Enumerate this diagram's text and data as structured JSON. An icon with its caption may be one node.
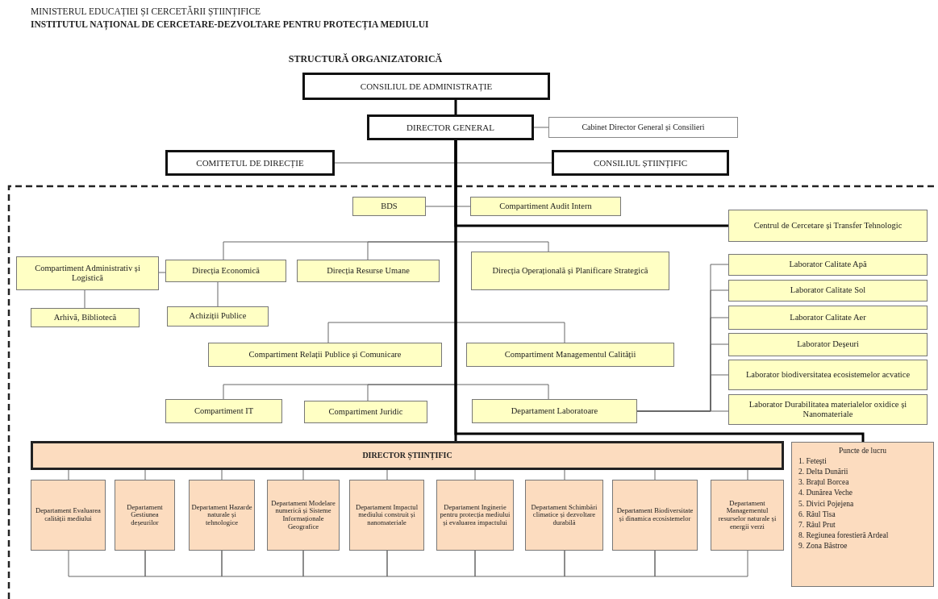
{
  "diagram": {
    "title": "STRUCTURĂ ORGANIZATORICĂ",
    "labels": [
      "MINISTERUL EDUCAȚIEI ȘI CERCETĂRII ȘTIINȚIFICE",
      "INSTITUTUL NAȚIONAL DE CERCETARE-DEZVOLTARE PENTRU PROTECȚIA MEDIULUI"
    ],
    "nodes": [
      {
        "text": [
          "CONSILIUL DE ADMINISTRAȚIE"
        ]
      },
      {
        "text": [
          "DIRECTOR GENERAL"
        ]
      },
      {
        "text": [
          "Cabinet Director General și Consilieri"
        ]
      },
      {
        "text": [
          "COMITETUL DE DIRECȚIE"
        ]
      },
      {
        "text": [
          "CONSILIUL ȘTIINȚIFIC"
        ]
      },
      {
        "text": [
          "BDS"
        ]
      },
      {
        "text": [
          "Compartiment Audit Intern"
        ]
      },
      {
        "text": [
          "Centrul de Cercetare și Transfer Tehnologic"
        ]
      },
      {
        "text": [
          "Compartiment Administrativ și Logistică"
        ]
      },
      {
        "text": [
          "Direcția Economică"
        ]
      },
      {
        "text": [
          "Direcția Resurse Umane"
        ]
      },
      {
        "text": [
          "Direcția Operațională și Planificare Strategică"
        ]
      },
      {
        "text": [
          "Arhivă, Bibliotecă"
        ]
      },
      {
        "text": [
          "Achiziții Publice"
        ]
      },
      {
        "text": [
          "Compartiment Relații Publice și Comunicare"
        ]
      },
      {
        "text": [
          "Compartiment Managementul Calității"
        ]
      },
      {
        "text": [
          "Compartiment IT"
        ]
      },
      {
        "text": [
          "Compartiment Juridic"
        ]
      },
      {
        "text": [
          "Departament Laboratoare"
        ]
      },
      {
        "text": [
          "Laborator Calitate Apă"
        ]
      },
      {
        "text": [
          "Laborator Calitate Sol"
        ]
      },
      {
        "text": [
          "Laborator Calitate Aer"
        ]
      },
      {
        "text": [
          "Laborator Deșeuri"
        ]
      },
      {
        "text": [
          "Laborator biodiversitatea ecosistemelor acvatice"
        ]
      },
      {
        "text": [
          "Laborator Durabilitatea materialelor oxidice și Nanomateriale"
        ]
      },
      {
        "text": [
          "DIRECTOR ȘTIINȚIFIC"
        ]
      },
      {
        "text": [
          "Puncte de lucru",
          "1. Fetești",
          "2. Delta Dunării",
          "3. Brațul Borcea",
          "4. Dunărea Veche",
          "5. Divici Pojejena",
          "6. Râul Tisa",
          "7. Râul Prut",
          "8. Regiunea forestieră Ardeal",
          "9. Zona Băstroe"
        ]
      },
      {
        "text": [
          "Departament Evaluarea calității mediului"
        ]
      },
      {
        "text": [
          "Departament Gestiunea deșeurilor"
        ]
      },
      {
        "text": [
          "Departament Hazarde naturale și tehnologice"
        ]
      },
      {
        "text": [
          "Departament Modelare numerică și Sisteme Informaționale Geografice"
        ]
      },
      {
        "text": [
          "Departament Impactul mediului construit și nanomateriale"
        ]
      },
      {
        "text": [
          "Departament Inginerie pentru protecția mediului și evaluarea impactului"
        ]
      },
      {
        "text": [
          "Departament Schimbări climatice și dezvoltare durabilă"
        ]
      },
      {
        "text": [
          "Departament Biodiversitate și dinamica ecosistemelor"
        ]
      },
      {
        "text": [
          "Departament Managementul resurselor naturale și energii verzi"
        ]
      }
    ],
    "edges": [
      {
        "from": 0,
        "to": 1,
        "arrow": "none",
        "style": "thick",
        "color": "#000000"
      },
      {
        "from": 1,
        "to": 2,
        "arrow": "none"
      },
      {
        "from": 1,
        "to": 3,
        "arrow": "none"
      },
      {
        "from": 1,
        "to": 4,
        "arrow": "none"
      },
      {
        "from": 1,
        "to": 5,
        "arrow": "none"
      },
      {
        "from": 1,
        "to": 6,
        "arrow": "none"
      },
      {
        "from": 1,
        "to": 7,
        "arrow": "none",
        "style": "thick",
        "color": "#000000"
      },
      {
        "from": 1,
        "to": 9,
        "arrow": "none"
      },
      {
        "from": 1,
        "to": 10,
        "arrow": "none"
      },
      {
        "from": 1,
        "to": 11,
        "arrow": "none"
      },
      {
        "from": 9,
        "to": 8,
        "arrow": "none"
      },
      {
        "from": 8,
        "to": 12,
        "arrow": "none"
      },
      {
        "from": 9,
        "to": 13,
        "arrow": "none"
      },
      {
        "from": 1,
        "to": 14,
        "arrow": "none"
      },
      {
        "from": 1,
        "to": 15,
        "arrow": "none"
      },
      {
        "from": 1,
        "to": 16,
        "arrow": "none"
      },
      {
        "from": 1,
        "to": 17,
        "arrow": "none"
      },
      {
        "from": 1,
        "to": 18,
        "arrow": "none"
      },
      {
        "from": 18,
        "to": 19,
        "arrow": "none"
      },
      {
        "from": 18,
        "to": 20,
        "arrow": "none"
      },
      {
        "from": 18,
        "to": 21,
        "arrow": "none"
      },
      {
        "from": 18,
        "to": 22,
        "arrow": "none"
      },
      {
        "from": 18,
        "to": 23,
        "arrow": "none"
      },
      {
        "from": 18,
        "to": 24,
        "arrow": "none"
      },
      {
        "from": 1,
        "to": 25,
        "arrow": "none",
        "style": "thick",
        "color": "#000000"
      },
      {
        "from": 1,
        "to": 26,
        "arrow": "none",
        "style": "thick",
        "color": "#000000"
      },
      {
        "from": 25,
        "to": 27,
        "arrow": "none"
      },
      {
        "from": 25,
        "to": 28,
        "arrow": "none"
      },
      {
        "from": 25,
        "to": 29,
        "arrow": "none"
      },
      {
        "from": 25,
        "to": 30,
        "arrow": "none"
      },
      {
        "from": 25,
        "to": 31,
        "arrow": "none"
      },
      {
        "from": 25,
        "to": 32,
        "arrow": "none"
      },
      {
        "from": 25,
        "to": 33,
        "arrow": "none"
      },
      {
        "from": 25,
        "to": 34,
        "arrow": "none"
      },
      {
        "from": 25,
        "to": 35,
        "arrow": "none"
      },
      {
        "from": 27,
        "to": 28,
        "arrow": "none"
      },
      {
        "from": 28,
        "to": 29,
        "arrow": "none"
      },
      {
        "from": 29,
        "to": 30,
        "arrow": "none"
      },
      {
        "from": 30,
        "to": 31,
        "arrow": "none"
      },
      {
        "from": 31,
        "to": 32,
        "arrow": "none"
      },
      {
        "from": 32,
        "to": 33,
        "arrow": "none"
      },
      {
        "from": 33,
        "to": 34,
        "arrow": "none"
      },
      {
        "from": 34,
        "to": 35,
        "arrow": "none"
      }
    ]
  }
}
